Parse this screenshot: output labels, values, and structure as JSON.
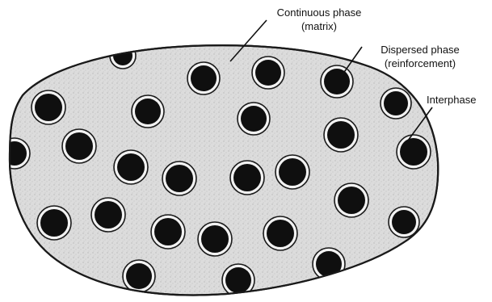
{
  "labels": {
    "continuous_phase": {
      "line1": "Continuous phase",
      "line2": "(matrix)"
    },
    "dispersed_phase": {
      "line1": "Dispersed phase",
      "line2": "(reinforcement)"
    },
    "interphase": "Interphase"
  },
  "colors": {
    "matrix_fill": "#dcdcdc",
    "outline": "#1a1a1a",
    "particle_core": "#0f0f0f",
    "interphase_ring": "#f2f2f2"
  }
}
